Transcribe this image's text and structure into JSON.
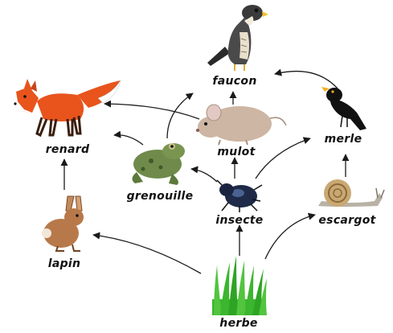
{
  "labels": {
    "faucon": "faucon",
    "renard": "renard",
    "mulot": "mulot",
    "merle": "merle",
    "grenouille": "grenouille",
    "insecte": "insecte",
    "escargot": "escargot",
    "lapin": "lapin",
    "herbe": "herbe"
  },
  "icons": {
    "falcon": "falcon-icon",
    "fox": "fox-icon",
    "mouse": "mouse-icon",
    "blackbird": "blackbird-icon",
    "frog": "frog-icon",
    "beetle": "beetle-icon",
    "snail": "snail-icon",
    "rabbit": "rabbit-icon",
    "grass": "grass-icon"
  },
  "colors": {
    "arrow": "#1a1a1a",
    "fox": "#e8541c",
    "grass": "#3cb52f"
  }
}
